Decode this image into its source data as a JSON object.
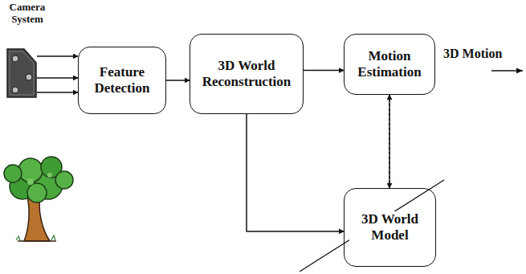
{
  "diagram": {
    "nodes": [
      {
        "text": [
          "Camera System"
        ]
      },
      {
        "text": [
          "Feature Detection"
        ]
      },
      {
        "text": [
          "3D World Reconstruction"
        ]
      },
      {
        "text": [
          "Motion Estimation"
        ]
      },
      {
        "text": [
          "3D World Model"
        ]
      }
    ],
    "edges": [
      {
        "from": 0,
        "to": 1,
        "arrow": "to"
      },
      {
        "from": 0,
        "to": 1,
        "arrow": "to"
      },
      {
        "from": 0,
        "to": 1,
        "arrow": "to"
      },
      {
        "from": 1,
        "to": 2,
        "arrow": "to"
      },
      {
        "from": 2,
        "to": 3,
        "arrow": "to"
      },
      {
        "from": 2,
        "to": 4,
        "arrow": "to"
      },
      {
        "from": 3,
        "to": 4,
        "arrow": "to"
      },
      {
        "from": 4,
        "to": 3,
        "arrow": "to"
      }
    ],
    "labels": [
      "3D Motion"
    ]
  }
}
